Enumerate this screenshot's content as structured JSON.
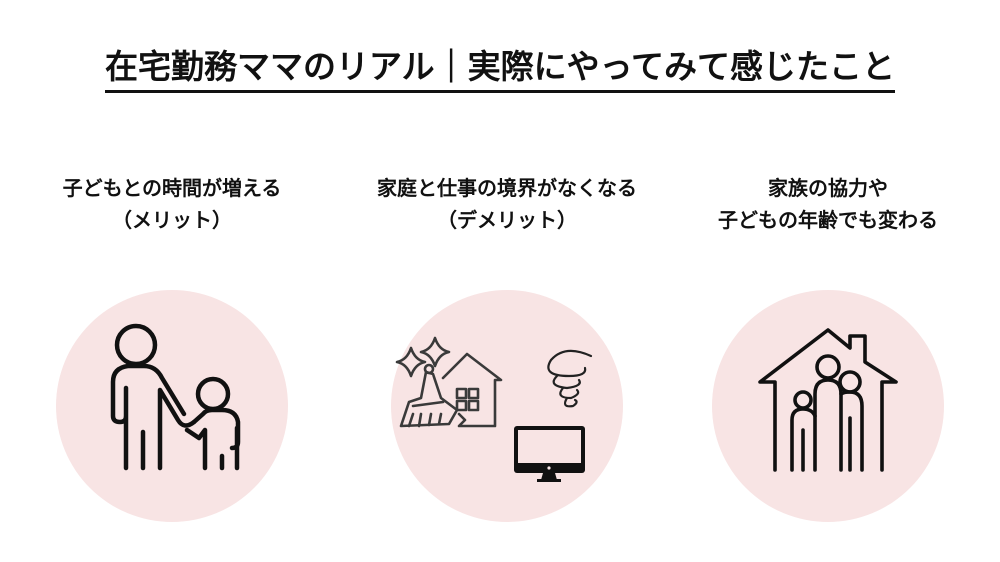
{
  "title": "在宅勤務ママのリアル｜実際にやってみて感じたこと",
  "colors": {
    "circle_fill": "#f8e4e4",
    "icon_stroke": "#111111",
    "text": "#111111"
  },
  "columns": [
    {
      "line1": "子どもとの時間が増える",
      "line2": "（メリット）",
      "icon": "parent-child-icon"
    },
    {
      "line1": "家庭と仕事の境界がなくなる",
      "line2": "（デメリット）",
      "icon": "house-cleaning-computer-icon"
    },
    {
      "line1": "家族の協力や",
      "line2": "子どもの年齢でも変わる",
      "icon": "family-house-icon"
    }
  ]
}
